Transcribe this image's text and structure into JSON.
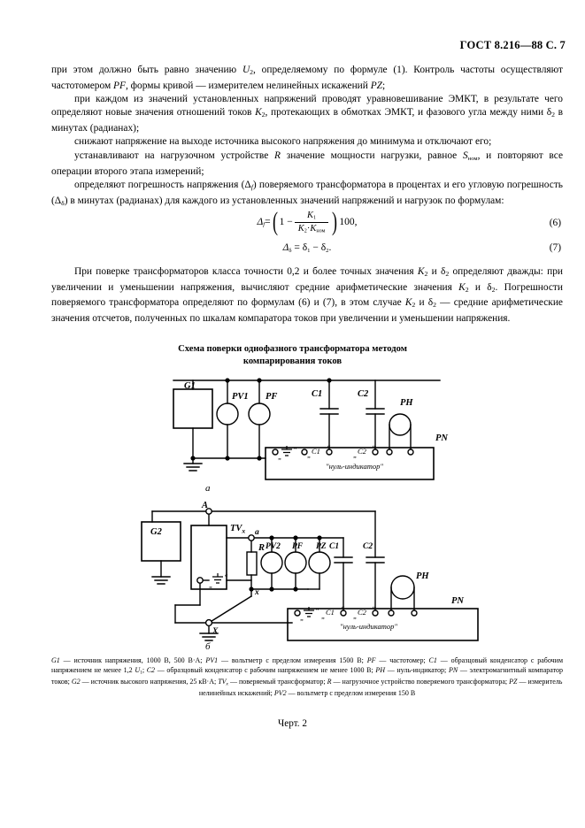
{
  "header": {
    "standard": "ГОСТ 8.216—88 С. 7"
  },
  "body": {
    "paragraphs": [
      {
        "id": "p1",
        "indent": false,
        "html": "при этом должно быть равно значению <i>U</i><sub>2</sub>, определяемому по формуле (1). Контроль частоты осуществляют частотомером <i>PF</i>, формы кривой — измерителем нелинейных искажений <i>PZ</i>;"
      },
      {
        "id": "p2",
        "indent": true,
        "html": "при каждом из значений установленных напряжений проводят уравновешивание ЭМКТ, в результате чего определяют новые значения отношений токов <i>K</i><sub>2</sub>, протекающих в обмотках ЭМКТ, и фазового угла между ними δ<sub>2</sub> в минутах (радианах);"
      },
      {
        "id": "p3",
        "indent": true,
        "html": "снижают напряжение на выходе источника высокого напряжения до минимума и отключают его;"
      },
      {
        "id": "p4",
        "indent": true,
        "html": "устанавливают на нагрузочном устройстве <i>R</i> значение мощности нагрузки, равное <i>S</i><span class=\"smallsub\">ном</span>, и повторяют все операции второго этапа измерений;"
      },
      {
        "id": "p5",
        "indent": true,
        "html": "определяют погрешность напряжения (Δ<i><sub>f</sub></i>) поверяемого трансформатора в процентах и его угловую погрешность (Δ<sub>δ</sub>) в минутах (радианах) для каждого из установленных значений напряжений и нагрузок по формулам:"
      }
    ],
    "paragraph_after_formulas": {
      "id": "p6",
      "indent": true,
      "html": "При поверке трансформаторов класса точности 0,2 и более точных значения <i>K</i><sub>2</sub> и δ<sub>2</sub> определяют дважды: при увеличении и уменьшении напряжения, вычисляют средние арифметические значения <i>K</i><sub>2</sub> и δ<sub>2</sub>. Погрешности поверяемого трансформатора определяют по формулам (6) и (7), в этом случае <i>K</i><sub>2</sub> и δ<sub>2</sub> — средние арифметические значения отсчетов, полученных по шкалам компаратора токов при увеличении и уменьшении напряжения."
    }
  },
  "formulas": [
    {
      "id": "formula-6",
      "number": "(6)",
      "delta": "Δ",
      "delta_sub": "f",
      "equals": "=",
      "open_paren": "(",
      "one_minus": "1 −",
      "numerator": "K",
      "numerator_sub": "1",
      "denominator": "K",
      "denominator_sub": "2",
      "denominator_dot": "·",
      "denominator2": "K",
      "denominator2_sub": "ном",
      "close_paren": ")",
      "tail": "100,"
    },
    {
      "id": "formula-7",
      "number": "(7)",
      "text_left": "Δ",
      "text_left_sub": "δ",
      "equals": "=",
      "rhs1": "δ",
      "rhs1_sub": "1",
      "minus": "−",
      "rhs2": "δ",
      "rhs2_sub": "2",
      "period": "."
    }
  ],
  "figure": {
    "title_line1": "Схема поверки однофазного трансформатора методом",
    "title_line2": "компарирования токов",
    "caption_number": "Черт. 2",
    "sub_label_a": "а",
    "sub_label_b": "б",
    "diagram_a": {
      "labels": {
        "source": "G1",
        "voltmeter": "PV1",
        "frequency_meter": "PF",
        "capacitor1": "C1",
        "capacitor2": "C2",
        "null_indicator": "PH",
        "comparator": "PN",
        "terminal_ground": "⊥",
        "terminal_c1": "C1",
        "terminal_c2": "C2",
        "box_label": "\"нуль-индикатор\""
      }
    },
    "diagram_b": {
      "labels": {
        "source": "G2",
        "transformer": "TV",
        "transformer_sub": "x",
        "terminal_A": "A",
        "terminal_a": "a",
        "terminal_X_upper": "x",
        "terminal_X_lower": "X",
        "load": "R",
        "voltmeter2": "PV2",
        "frequency_meter": "PF",
        "distortion_meter": "PZ",
        "capacitor1": "C1",
        "capacitor2": "C2",
        "null_indicator": "PH",
        "comparator": "PN",
        "terminal_ground_tv": "⊥",
        "terminal_ground_box": "⊥",
        "terminal_c1": "C1",
        "terminal_c2": "C2",
        "box_label": "\"нуль-индикатор\""
      }
    }
  },
  "caption": {
    "html": "<i>G1</i> — источник напряжения, 1000 В, 500 В·А; <i>PV1</i> — вольтметр с пределом измерения 1500 В; <i>PF</i> — частотомер; <i>C1</i> — образцовый конденсатор с рабочим напряжением не менее 1,2 <i>U</i><sub>1</sub>; <i>C2</i> — образцовый конденсатор с рабочим напряжением не менее 1000 В; <i>PH</i> — нуль-индикатор; <i>PN</i> — электромагнитный компаратор токов; <i>G2</i> — источник высокого напряжения, 25 кВ·А; <i>TV<sub>x</sub></i> — поверяемый трансформатор; <i>R</i> — нагрузочное устройство поверяемого трансформатора; <i>PZ</i> — измеритель",
    "html_line2": "нелинейных искажений; <i>PV2</i> — вольтметр с пределом измерения 150 В"
  }
}
